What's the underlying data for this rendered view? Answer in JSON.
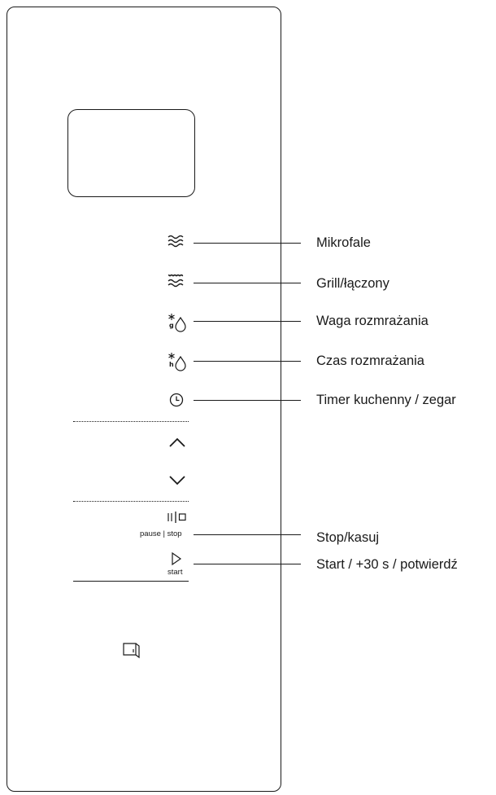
{
  "functions": {
    "microwave": "Mikrofale",
    "grill": "Grill/łączony",
    "weight_defrost": "Waga rozmrażania",
    "time_defrost": "Czas rozmrażania",
    "timer": "Timer kuchenny / zegar",
    "stop": "Stop/kasuj",
    "start": "Start / +30 s / potwierdź"
  },
  "buttons": {
    "pause_stop_caption": "pause | stop",
    "start_caption": "start",
    "weight_subscript": "g",
    "time_subscript": "h"
  },
  "icons": {
    "microwave": "microwave-waves-icon",
    "grill": "grill-waves-icon",
    "weight_defrost": "weight-defrost-icon",
    "time_defrost": "time-defrost-icon",
    "timer": "clock-icon",
    "up": "chevron-up-icon",
    "down": "chevron-down-icon",
    "pause_stop": "pause-stop-icon",
    "start": "play-icon",
    "door": "door-open-icon"
  }
}
